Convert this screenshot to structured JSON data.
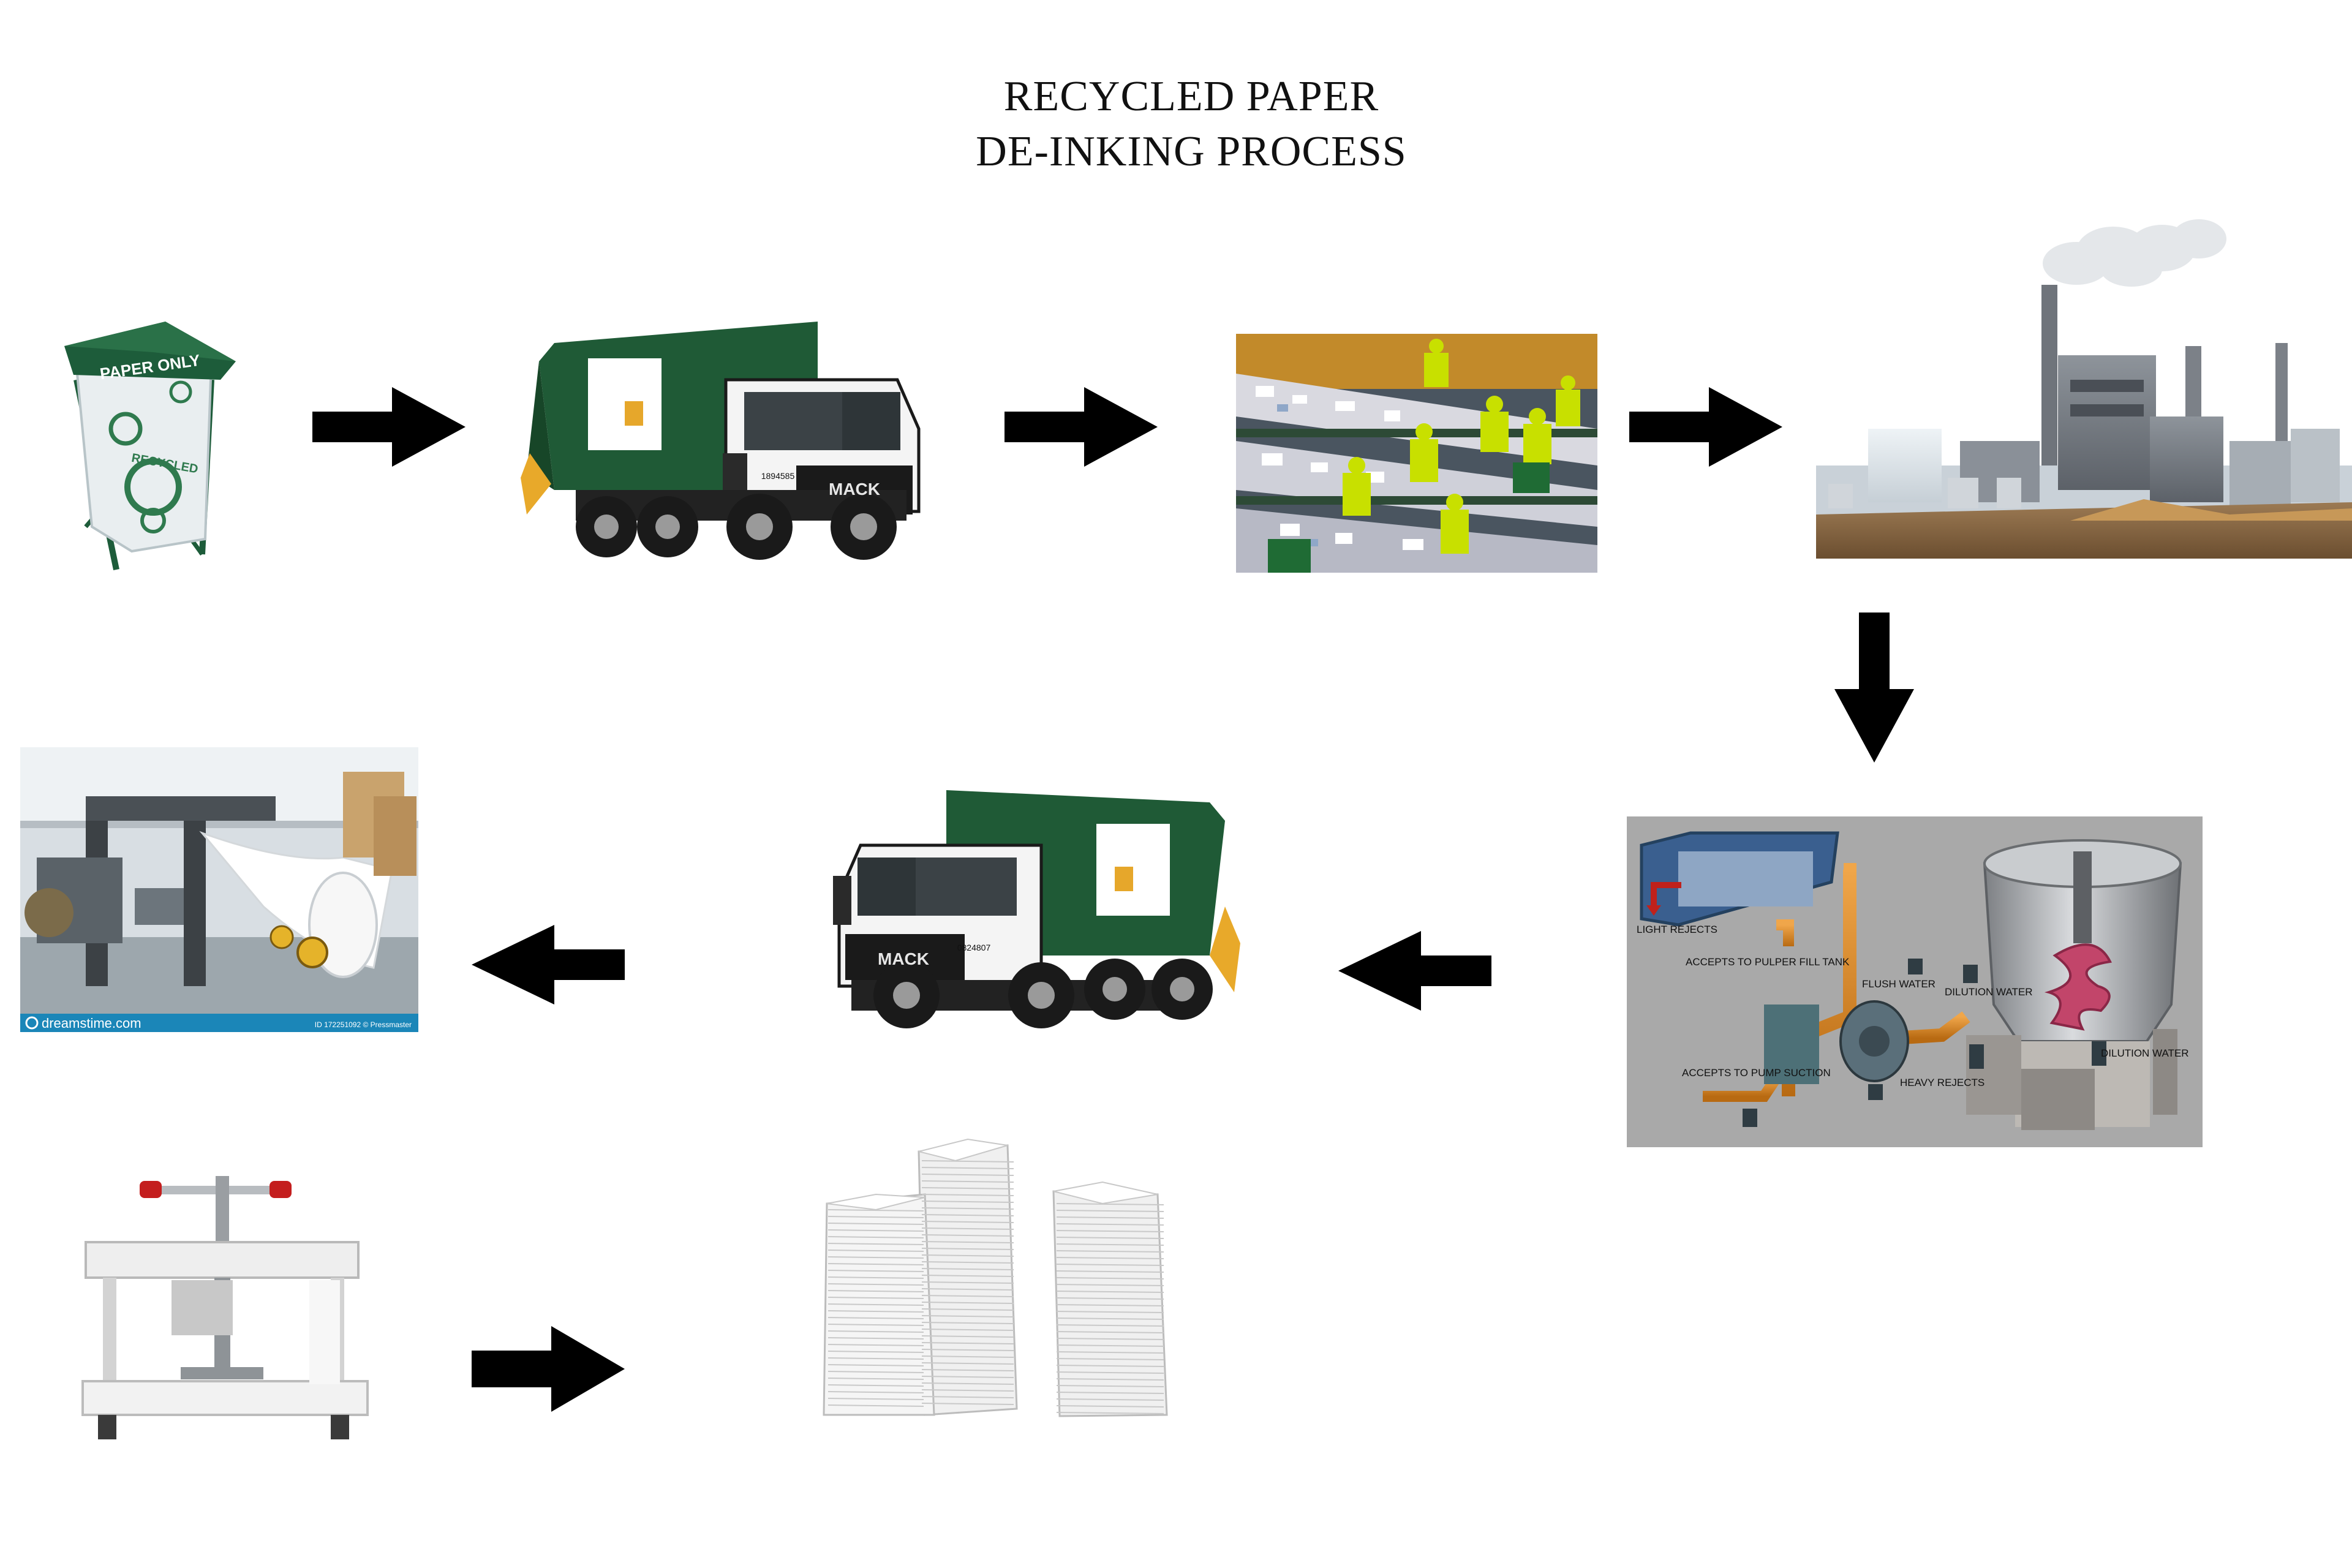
{
  "title": {
    "line1": "RECYCLED PAPER",
    "line2": "DE-INKING PROCESS"
  },
  "bin": {
    "lid_label": "PAPER ONLY",
    "bag_label": "RECYCLED"
  },
  "truck": {
    "badge": "MACK",
    "unit_number_1": "1894585",
    "unit_number_2": "0824807"
  },
  "pulper_diagram": {
    "labels": [
      "LIGHT REJECTS",
      "ACCEPTS TO PULPER FILL TANK",
      "FLUSH WATER",
      "DILUTION WATER",
      "ACCEPTS TO PUMP SUCTION",
      "HEAVY REJECTS",
      "DILUTION WATER"
    ]
  },
  "sheeter_photo": {
    "watermark": "dreamstime.com",
    "image_id": "ID 172251092 © Pressmaster"
  },
  "colors": {
    "arrow": "#000000",
    "truck_green": "#1f5a36",
    "bin_green": "#1d5c3a",
    "vest_yellow": "#c8e000",
    "pulper_bg": "#a9a9a9"
  },
  "icons": [
    "recycling-bin-icon",
    "garbage-truck-icon",
    "sorting-conveyor-icon",
    "paper-mill-icon",
    "pulper-machine-icon",
    "paper-sheeter-icon",
    "paper-press-icon",
    "paper-stack-icon",
    "arrow-right-icon",
    "arrow-left-icon",
    "arrow-down-icon"
  ]
}
